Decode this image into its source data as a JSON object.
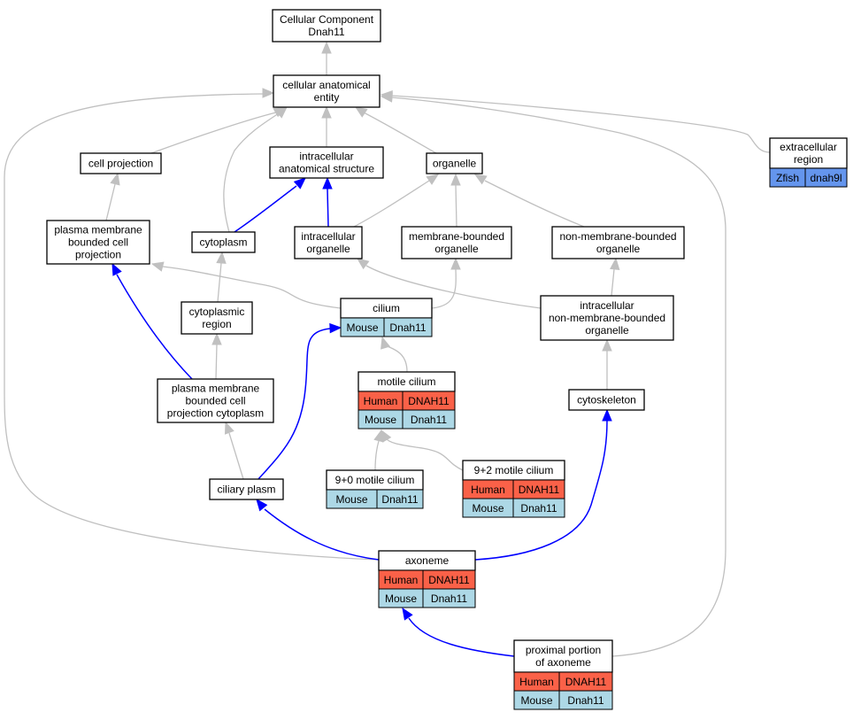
{
  "colors": {
    "human": "#fa6148",
    "mouse": "#add8e6",
    "zfish": "#6495ed",
    "is_a_edge": "#c0c0c0",
    "part_of_edge": "#0000ff"
  },
  "nodes": {
    "root": {
      "lines": [
        "Cellular Component",
        "Dnah11"
      ]
    },
    "cellular_anatomical_entity": {
      "lines": [
        "cellular anatomical",
        "entity"
      ]
    },
    "cell_projection": {
      "lines": [
        "cell projection"
      ]
    },
    "intracellular_anatomical_structure": {
      "lines": [
        "intracellular",
        "anatomical structure"
      ]
    },
    "organelle": {
      "lines": [
        "organelle"
      ]
    },
    "extracellular_region": {
      "lines": [
        "extracellular",
        "region"
      ],
      "annotations": [
        [
          "Zfish",
          "dnah9l"
        ]
      ]
    },
    "plasma_membrane_bounded_cell_projection": {
      "lines": [
        "plasma membrane",
        "bounded cell",
        "projection"
      ]
    },
    "cytoplasm": {
      "lines": [
        "cytoplasm"
      ]
    },
    "intracellular_organelle": {
      "lines": [
        "intracellular",
        "organelle"
      ]
    },
    "membrane_bounded_organelle": {
      "lines": [
        "membrane-bounded",
        "organelle"
      ]
    },
    "non_membrane_bounded_organelle": {
      "lines": [
        "non-membrane-bounded",
        "organelle"
      ]
    },
    "cilium": {
      "lines": [
        "cilium"
      ],
      "annotations": [
        [
          "Mouse",
          "Dnah11"
        ]
      ]
    },
    "cytoplasmic_region": {
      "lines": [
        "cytoplasmic",
        "region"
      ]
    },
    "intracellular_non_membrane_bounded_organelle": {
      "lines": [
        "intracellular",
        "non-membrane-bounded",
        "organelle"
      ]
    },
    "motile_cilium": {
      "lines": [
        "motile cilium"
      ],
      "annotations": [
        [
          "Human",
          "DNAH11"
        ],
        [
          "Mouse",
          "Dnah11"
        ]
      ]
    },
    "pm_bounded_cell_projection_cytoplasm": {
      "lines": [
        "plasma membrane",
        "bounded cell",
        "projection cytoplasm"
      ]
    },
    "cytoskeleton": {
      "lines": [
        "cytoskeleton"
      ]
    },
    "ciliary_plasm": {
      "lines": [
        "ciliary plasm"
      ]
    },
    "nine_zero_motile_cilium": {
      "lines": [
        "9+0 motile cilium"
      ],
      "annotations": [
        [
          "Mouse",
          "Dnah11"
        ]
      ]
    },
    "nine_two_motile_cilium": {
      "lines": [
        "9+2 motile cilium"
      ],
      "annotations": [
        [
          "Human",
          "DNAH11"
        ],
        [
          "Mouse",
          "Dnah11"
        ]
      ]
    },
    "axoneme": {
      "lines": [
        "axoneme"
      ],
      "annotations": [
        [
          "Human",
          "DNAH11"
        ],
        [
          "Mouse",
          "Dnah11"
        ]
      ]
    },
    "proximal_portion_of_axoneme": {
      "lines": [
        "proximal portion",
        "of axoneme"
      ],
      "annotations": [
        [
          "Human",
          "DNAH11"
        ],
        [
          "Mouse",
          "Dnah11"
        ]
      ]
    }
  },
  "edges": [
    {
      "from": "cellular_anatomical_entity",
      "to": "root",
      "kind": "is_a"
    },
    {
      "from": "cell_projection",
      "to": "cellular_anatomical_entity",
      "kind": "is_a"
    },
    {
      "from": "intracellular_anatomical_structure",
      "to": "cellular_anatomical_entity",
      "kind": "is_a"
    },
    {
      "from": "organelle",
      "to": "cellular_anatomical_entity",
      "kind": "is_a"
    },
    {
      "from": "cytoplasm",
      "to": "cellular_anatomical_entity",
      "kind": "is_a"
    },
    {
      "from": "extracellular_region",
      "to": "cellular_anatomical_entity",
      "kind": "is_a"
    },
    {
      "from": "axoneme",
      "to": "cellular_anatomical_entity",
      "kind": "is_a"
    },
    {
      "from": "proximal_portion_of_axoneme",
      "to": "cellular_anatomical_entity",
      "kind": "is_a"
    },
    {
      "from": "plasma_membrane_bounded_cell_projection",
      "to": "cell_projection",
      "kind": "is_a"
    },
    {
      "from": "cytoplasm",
      "to": "intracellular_anatomical_structure",
      "kind": "part_of"
    },
    {
      "from": "intracellular_organelle",
      "to": "intracellular_anatomical_structure",
      "kind": "part_of"
    },
    {
      "from": "intracellular_organelle",
      "to": "organelle",
      "kind": "is_a"
    },
    {
      "from": "membrane_bounded_organelle",
      "to": "organelle",
      "kind": "is_a"
    },
    {
      "from": "non_membrane_bounded_organelle",
      "to": "organelle",
      "kind": "is_a"
    },
    {
      "from": "cilium",
      "to": "plasma_membrane_bounded_cell_projection",
      "kind": "is_a"
    },
    {
      "from": "cilium",
      "to": "membrane_bounded_organelle",
      "kind": "is_a"
    },
    {
      "from": "intracellular_non_membrane_bounded_organelle",
      "to": "intracellular_organelle",
      "kind": "is_a"
    },
    {
      "from": "intracellular_non_membrane_bounded_organelle",
      "to": "non_membrane_bounded_organelle",
      "kind": "is_a"
    },
    {
      "from": "cytoplasmic_region",
      "to": "cytoplasm",
      "kind": "is_a"
    },
    {
      "from": "pm_bounded_cell_projection_cytoplasm",
      "to": "cytoplasmic_region",
      "kind": "is_a"
    },
    {
      "from": "pm_bounded_cell_projection_cytoplasm",
      "to": "plasma_membrane_bounded_cell_projection",
      "kind": "part_of"
    },
    {
      "from": "motile_cilium",
      "to": "cilium",
      "kind": "is_a"
    },
    {
      "from": "cytoskeleton",
      "to": "intracellular_non_membrane_bounded_organelle",
      "kind": "is_a"
    },
    {
      "from": "ciliary_plasm",
      "to": "pm_bounded_cell_projection_cytoplasm",
      "kind": "is_a"
    },
    {
      "from": "ciliary_plasm",
      "to": "cilium",
      "kind": "part_of"
    },
    {
      "from": "nine_zero_motile_cilium",
      "to": "motile_cilium",
      "kind": "is_a"
    },
    {
      "from": "nine_two_motile_cilium",
      "to": "motile_cilium",
      "kind": "is_a"
    },
    {
      "from": "axoneme",
      "to": "ciliary_plasm",
      "kind": "part_of"
    },
    {
      "from": "axoneme",
      "to": "cytoskeleton",
      "kind": "part_of"
    },
    {
      "from": "proximal_portion_of_axoneme",
      "to": "axoneme",
      "kind": "part_of"
    }
  ]
}
